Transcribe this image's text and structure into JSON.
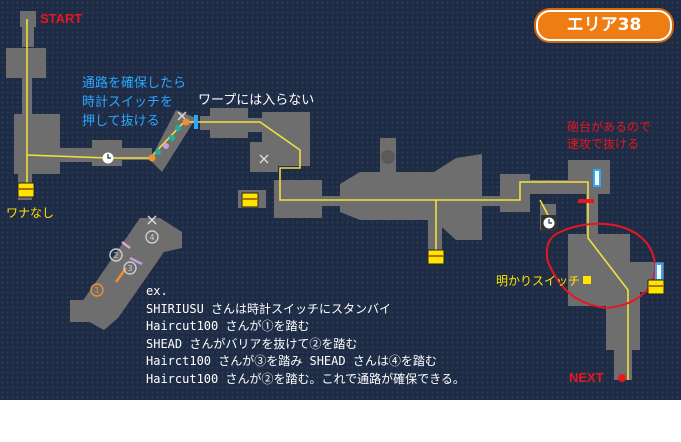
{
  "area_badge": "エリア38",
  "labels": {
    "start": "START",
    "next": "NEXT",
    "tip_cyan": [
      "通路を確保したら",
      "時計スイッチを",
      "押して抜ける"
    ],
    "no_warp": "ワープには入らない",
    "turret_warning": [
      "砲台があるので",
      "速攻で抜ける"
    ],
    "no_trap": "ワナなし",
    "light_switch": "明かりスイッチ"
  },
  "notes": [
    "ex.",
    "SHIRIUSU さんは時計スイッチにスタンバイ",
    "Haircut100 さんが①を踏む",
    "SHEAD さんがバリアを抜けて②を踏む",
    "Hairct100 さんが③を踏み SHEAD さんは④を踏む",
    "Haircut100 さんが②を踏む。これで通路が確保できる。"
  ],
  "switch_numbers": [
    "1",
    "2",
    "3",
    "4"
  ],
  "colors": {
    "background": "#1e2b44",
    "room": "#6e6e6e",
    "path": "#f0e040",
    "start_red": "#e8161e",
    "tip_cyan": "#2aa8ff",
    "badge_orange": "#ee7d14"
  },
  "icons": [
    "treasure-chest-icon",
    "clock-switch-icon",
    "x-mark-icon",
    "warp-tile-icon",
    "turret-icon",
    "light-switch-icon",
    "barrier-icon"
  ]
}
